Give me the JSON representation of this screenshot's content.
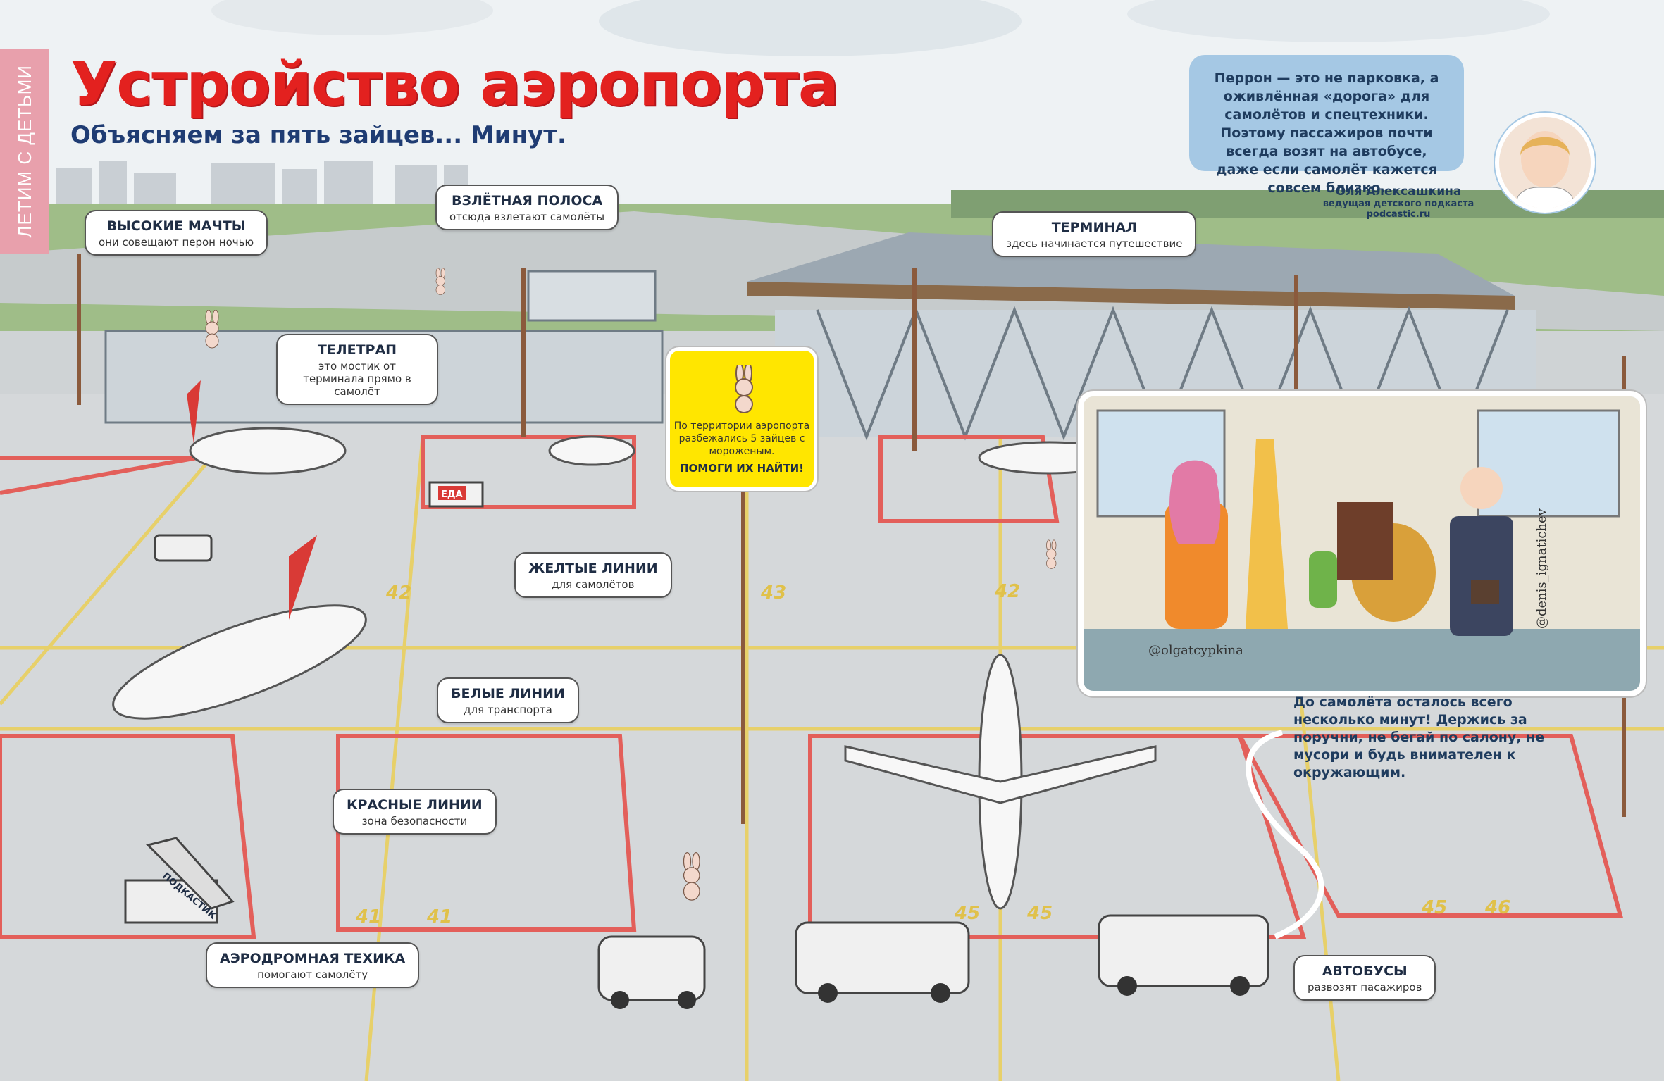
{
  "side_tab": "ЛЕТИМ С ДЕТЬМИ",
  "title": "Устройство аэропорта",
  "subtitle": "Объясняем за пять зайцев... Минут.",
  "labels": {
    "masts": {
      "title": "ВЫСОКИЕ МАЧТЫ",
      "sub": "они совещают перон ночью"
    },
    "runway": {
      "title": "ВЗЛЁТНАЯ ПОЛОСА",
      "sub": "отсюда взлетают самолёты"
    },
    "terminal": {
      "title": "ТЕРМИНАЛ",
      "sub": "здесь начинается путешествие"
    },
    "jetbridge": {
      "title": "ТЕЛЕТРАП",
      "sub": "это мостик от терминала прямо в самолёт"
    },
    "yellow_lines": {
      "title": "ЖЕЛТЫЕ ЛИНИИ",
      "sub": "для самолётов"
    },
    "white_lines": {
      "title": "БЕЛЫЕ ЛИНИИ",
      "sub": "для транспорта"
    },
    "red_lines": {
      "title": "КРАСНЫЕ ЛИНИИ",
      "sub": "зона безопасности"
    },
    "ground_equipment": {
      "title": "АЭРОДРОМНАЯ ТЕХИКА",
      "sub": "помогают самолёту"
    },
    "buses": {
      "title": "АВТОБУСЫ",
      "sub": "развозят пасажиров"
    }
  },
  "tip": "Перрон — это не парковка, а оживлённая «дорога» для самолётов и спецтехники. Поэтому пассажиров почти всегда возят на автобусе, даже если самолёт кажется совсем близко.",
  "author": {
    "name": "Оля Алексашкина",
    "role": "ведущая детского подкаста",
    "site": "podcastic.ru"
  },
  "yellow_box": {
    "text": "По территории аэропорта разбежались 5 зайцев с мороженым.",
    "call": "ПОМОГИ ИХ НАЙТИ!"
  },
  "bus_note": "До самолёта осталось всего несколько минут! Держись за поручни, не бегай по салону, не мусори и будь внимателен к окружающим.",
  "credits": {
    "left": "@olgatcypkina",
    "right": "@denis_ignatichev"
  },
  "stand_numbers": [
    "42",
    "43",
    "42",
    "41",
    "41",
    "45",
    "45",
    "45",
    "46"
  ],
  "truck_text": "ЕДА",
  "stairs_text": "ПОДКАСТИК",
  "colors": {
    "title_red": "#e3211f",
    "navy": "#1f3c73",
    "tip_blue": "#a5c8e4",
    "highlight_yellow": "#ffe600",
    "tab_pink": "#e8a0ac"
  }
}
